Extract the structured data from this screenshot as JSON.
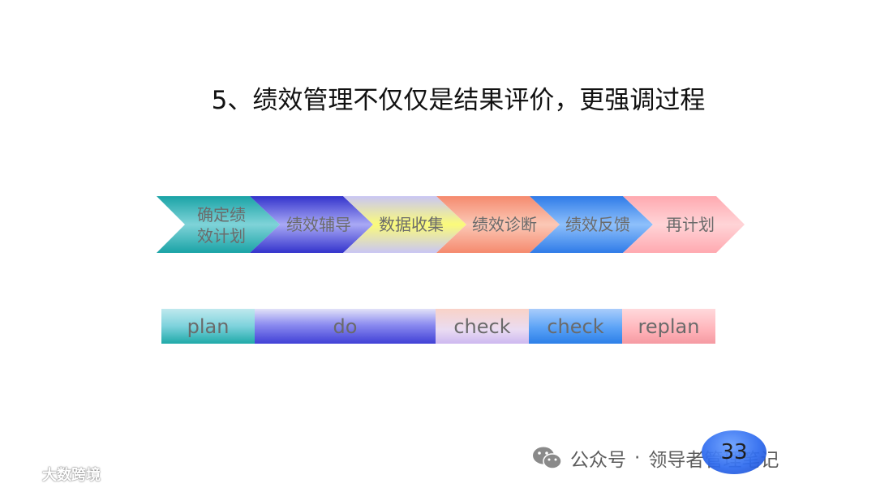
{
  "title": "5、绩效管理不仅仅是结果评价，更强调过程",
  "process_steps": [
    {
      "label_line1": "确定绩",
      "label_line2": "效计划",
      "color": "#2bb5b5"
    },
    {
      "label_line1": "绩效辅导",
      "label_line2": "",
      "color": "#4a4ae0"
    },
    {
      "label_line1": "数据收集",
      "label_line2": "",
      "color": "#f4f47a"
    },
    {
      "label_line1": "绩效诊断",
      "label_line2": "",
      "color": "#f7957a"
    },
    {
      "label_line1": "绩效反馈",
      "label_line2": "",
      "color": "#3b86ee"
    },
    {
      "label_line1": "再计划",
      "label_line2": "",
      "color": "#ffb3b8"
    }
  ],
  "phases": [
    {
      "label": "plan",
      "color": "#1fa9a8"
    },
    {
      "label": "do",
      "color": "#4040d6"
    },
    {
      "label": "check",
      "color": "#cdb8f0"
    },
    {
      "label": "check",
      "color": "#2c7fe8"
    },
    {
      "label": "replan",
      "color": "#f59aa2"
    }
  ],
  "footer": {
    "source_label": "公众号",
    "separator": "·",
    "account_name": "领导者管理笔记",
    "page_number": "33"
  },
  "watermark": "大数跨境"
}
